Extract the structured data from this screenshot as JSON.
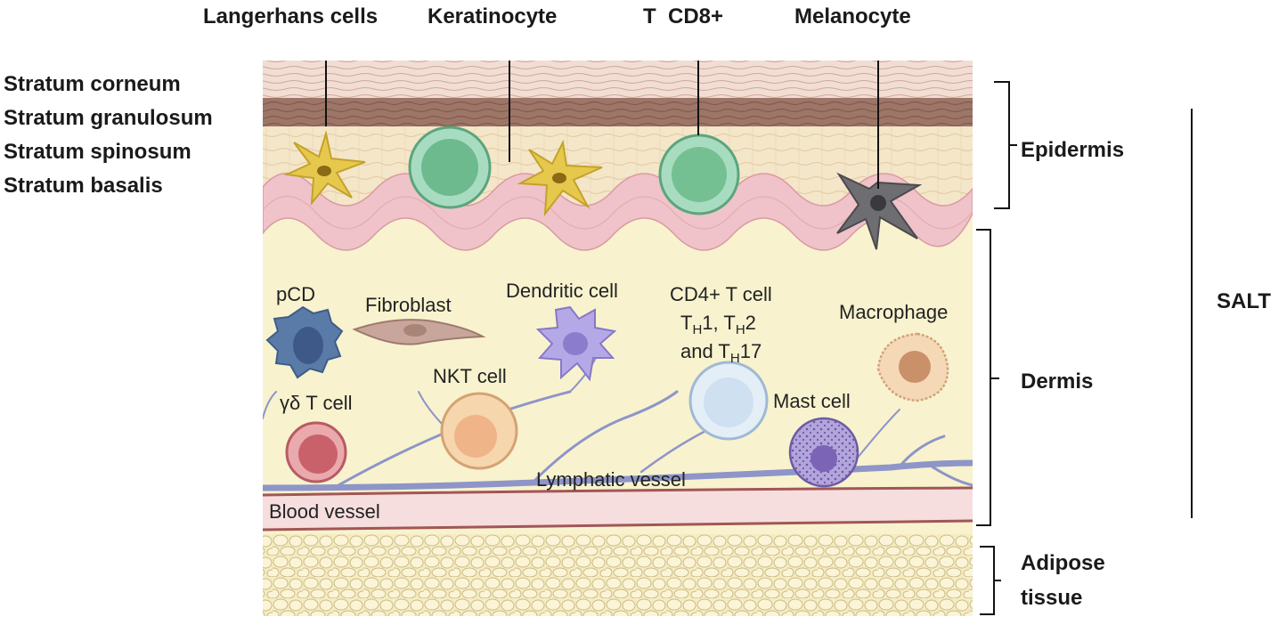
{
  "top_labels": {
    "langerhans": "Langerhans cells",
    "keratinocyte": "Keratinocyte",
    "tcd8": "T  CD8+",
    "melanocyte": "Melanocyte"
  },
  "strata": {
    "corneum": "Stratum corneum",
    "granulosum": "Stratum granulosum",
    "spinosum": "Stratum spinosum",
    "basalis": "Stratum basalis"
  },
  "regions": {
    "epidermis": "Epidermis",
    "dermis": "Dermis",
    "adipose_1": "Adipose",
    "adipose_2": "tissue",
    "salt": "SALT"
  },
  "cells": {
    "pcd": "pCD",
    "fibroblast": "Fibroblast",
    "dendritic": "Dendritic cell",
    "cd4_line1": "CD4+ T cell",
    "cd4_t": "T",
    "cd4_h": "H",
    "cd4_1": "1, ",
    "cd4_2": "2",
    "cd4_and": "and T",
    "cd4_17": "17",
    "macrophage": "Macrophage",
    "gd_t": "γδ T cell",
    "nkt": "NKT cell",
    "mast": "Mast cell",
    "lymphatic": "Lymphatic vessel",
    "blood": "Blood vessel"
  },
  "colors": {
    "epidermis_bg": "#f4e6c8",
    "corneum": "#e9cfc3",
    "granulosum": "#9b7366",
    "basal_pink": "#efc3c9",
    "dermis_bg": "#f8f3ce",
    "adipose_bg": "#f6ecc0",
    "lymphatic": "#8e95c8",
    "blood_wall": "#a25656",
    "blood_fill": "#f6dede",
    "keratinocyte": "#7cc29a",
    "tcd8": "#74c092",
    "langerhans": "#e6c84d",
    "melanocyte": "#6e6e72",
    "pcd": "#5a7aa8",
    "fibroblast": "#c8a69b",
    "dendritic": "#b4a8e6",
    "cd4": "#d8e6f2",
    "macrophage": "#f0c69a",
    "gd_t": "#d8848a",
    "nkt": "#f0c08f",
    "mast": "#a595cf"
  }
}
